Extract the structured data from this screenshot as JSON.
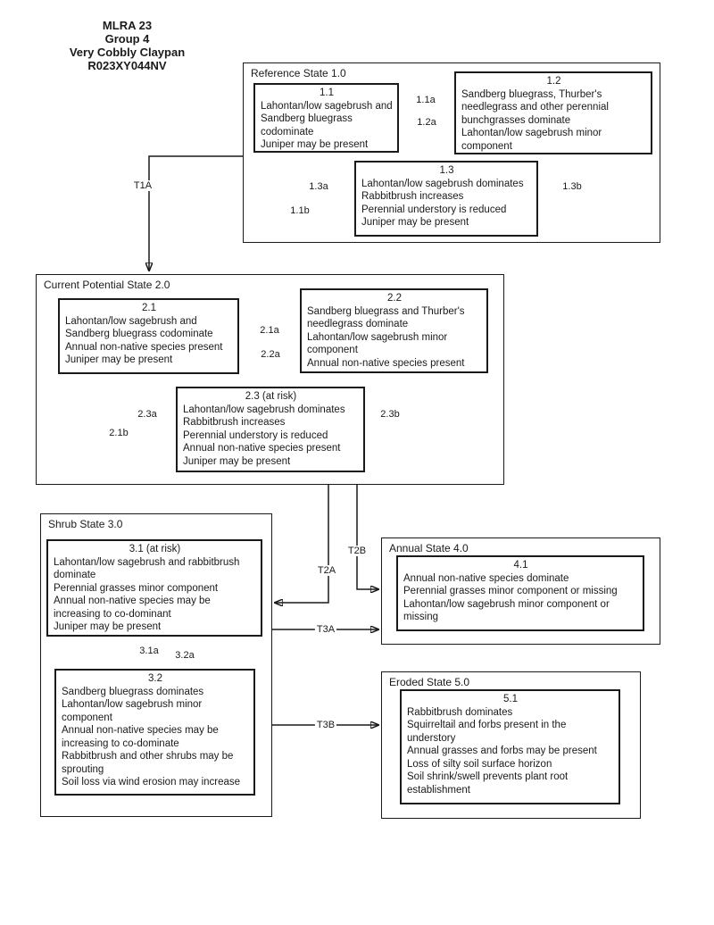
{
  "header": {
    "lines": [
      "MLRA 23",
      "Group 4",
      "Very Cobbly Claypan",
      "R023XY044NV"
    ]
  },
  "colors": {
    "line": "#1a1a1a",
    "background": "#ffffff"
  },
  "states": {
    "reference": {
      "title": "Reference State 1.0",
      "communities": {
        "c11": {
          "title": "1.1",
          "body": "Lahontan/low sagebrush and\nSandberg bluegrass\ncodominate\nJuniper may be present"
        },
        "c12": {
          "title": "1.2",
          "body": "Sandberg bluegrass, Thurber's\nneedlegrass and other perennial\nbunchgrasses dominate\nLahontan/low sagebrush minor\ncomponent"
        },
        "c13": {
          "title": "1.3",
          "body": "Lahontan/low sagebrush dominates\nRabbitbrush increases\nPerennial understory is reduced\nJuniper may be present"
        }
      }
    },
    "current_potential": {
      "title": "Current Potential State 2.0",
      "communities": {
        "c21": {
          "title": "2.1",
          "body": "Lahontan/low sagebrush and\nSandberg bluegrass codominate\nAnnual non-native species present\nJuniper may be present"
        },
        "c22": {
          "title": "2.2",
          "body": "Sandberg bluegrass and Thurber's\nneedlegrass dominate\nLahontan/low sagebrush minor\ncomponent\nAnnual non-native species present"
        },
        "c23": {
          "title": "2.3 (at risk)",
          "body": "Lahontan/low sagebrush dominates\nRabbitbrush increases\nPerennial understory is reduced\nAnnual non-native species present\nJuniper may be present"
        }
      }
    },
    "shrub": {
      "title": "Shrub State 3.0",
      "communities": {
        "c31": {
          "title": "3.1 (at risk)",
          "body": "Lahontan/low sagebrush and rabbitbrush\ndominate\nPerennial grasses minor component\nAnnual non-native species may be\nincreasing to co-dominant\nJuniper may be present"
        },
        "c32": {
          "title": "3.2",
          "body": "Sandberg bluegrass dominates\nLahontan/low sagebrush minor\ncomponent\nAnnual non-native species may be\nincreasing to co-dominate\nRabbitbrush and other shrubs may be\nsprouting\nSoil loss via wind erosion may increase"
        }
      }
    },
    "annual": {
      "title": "Annual State 4.0",
      "communities": {
        "c41": {
          "title": "4.1",
          "body": "Annual non-native species dominate\nPerennial grasses minor component or missing\nLahontan/low sagebrush minor component or\nmissing"
        }
      }
    },
    "eroded": {
      "title": "Eroded State 5.0",
      "communities": {
        "c51": {
          "title": "5.1",
          "body": "Rabbitbrush dominates\nSquirreltail and forbs present in the\nunderstory\nAnnual grasses and forbs may be present\nLoss of silty soil surface horizon\nSoil shrink/swell prevents plant root\nestablishment"
        }
      }
    }
  },
  "transitions": {
    "t1a": "T1A",
    "t2a": "T2A",
    "t2b": "T2B",
    "t3a": "T3A",
    "t3b": "T3B",
    "p11a": "1.1a",
    "p12a": "1.2a",
    "p13a": "1.3a",
    "p11b": "1.1b",
    "p13b": "1.3b",
    "p21a": "2.1a",
    "p22a": "2.2a",
    "p23a": "2.3a",
    "p21b": "2.1b",
    "p23b": "2.3b",
    "p31a": "3.1a",
    "p32a": "3.2a"
  }
}
